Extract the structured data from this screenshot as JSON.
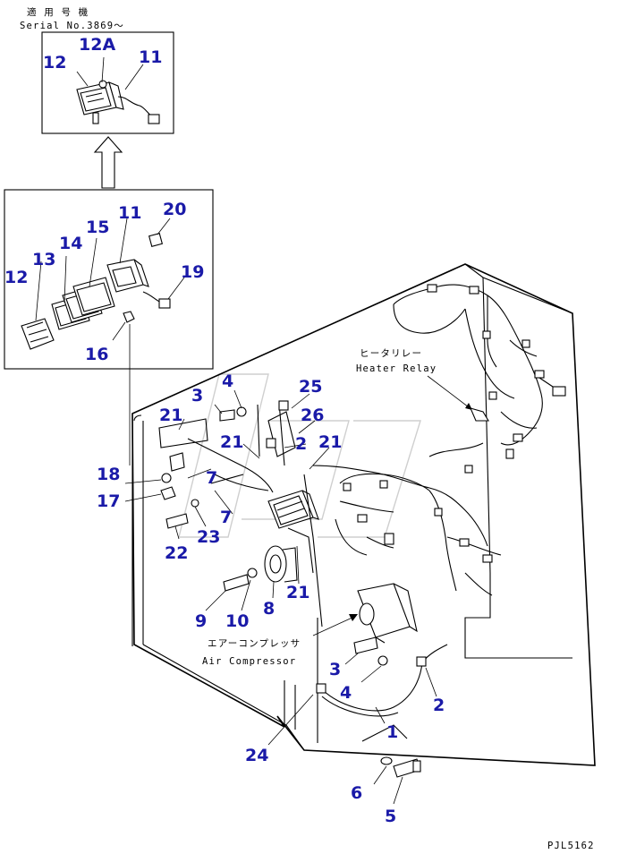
{
  "header": {
    "applicable_jp": "適 用 号 機",
    "serial": "Serial No.3869～"
  },
  "callouts": {
    "c_12": "12",
    "c_12A": "12A",
    "c_11": "11",
    "c_11b": "11",
    "c_20": "20",
    "c_15": "15",
    "c_14": "14",
    "c_13": "13",
    "c_12b": "12",
    "c_19": "19",
    "c_16": "16",
    "c_3": "3",
    "c_4": "4",
    "c_25": "25",
    "c_21a": "21",
    "c_26": "26",
    "c_2": "2",
    "c_21b": "21",
    "c_21c": "21",
    "c_18": "18",
    "c_17": "17",
    "c_7a": "7",
    "c_7b": "7",
    "c_22": "22",
    "c_23": "23",
    "c_21d": "21",
    "c_8": "8",
    "c_9": "9",
    "c_10": "10",
    "c_3b": "3",
    "c_4b": "4",
    "c_2b": "2",
    "c_1": "1",
    "c_24": "24",
    "c_6": "6",
    "c_5": "5"
  },
  "annotations": {
    "heater_relay_jp": "ヒータリレー",
    "heater_relay_en": "Heater Relay",
    "air_compressor_jp": "エアーコンプレッサ",
    "air_compressor_en": "Air Compressor"
  },
  "footer": {
    "drawing_code": "PJL5162"
  }
}
